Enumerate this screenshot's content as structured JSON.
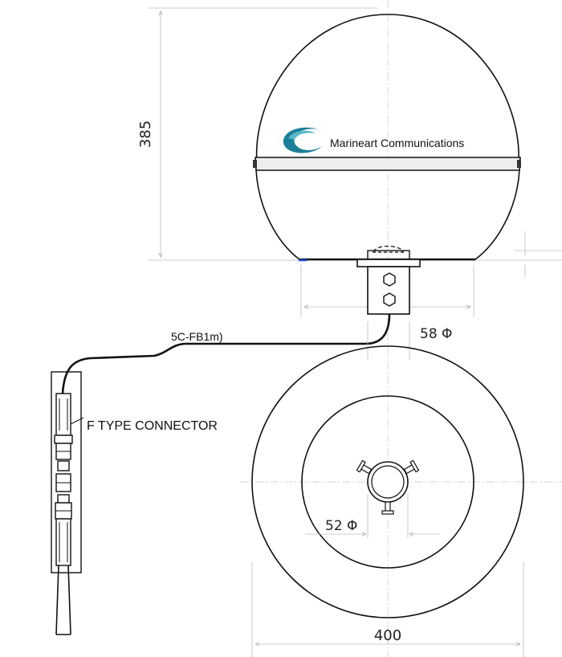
{
  "brand": {
    "name": "Marineart Communications",
    "logo_colors": {
      "primary": "#1c7f98",
      "secondary": "#5bb8c6"
    }
  },
  "dimensions": {
    "height": "385",
    "bracket_diameter": "58 Φ",
    "mast_diameter": "52 Φ",
    "base_diameter": "400"
  },
  "labels": {
    "cable": "5C-FB1m)",
    "connector": "F TYPE CONNECTOR"
  },
  "colors": {
    "line": "#111111",
    "dimension_line": "#bdbdbd",
    "band_shade": "#e6e6e6",
    "accent": "#1c4fd8"
  }
}
